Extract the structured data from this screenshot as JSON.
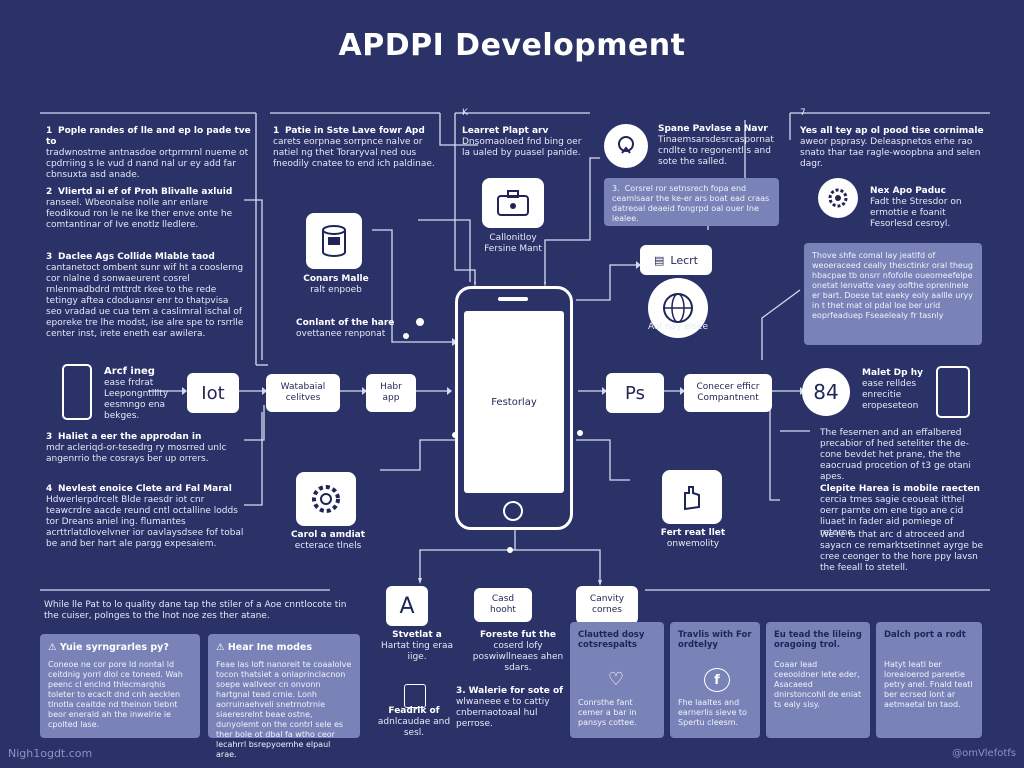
{
  "title": "APDPI  Development",
  "columns": {
    "c1": {
      "num": "1",
      "head": "Pople randes of lle and ep lo pade tve to",
      "body": "tradwnostrne antnasdoe ortprrnrnl nueme ot cpdrriing s Ie vud d nand nal ur ey add far cbnsuxta asd anade."
    },
    "c2": {
      "num": "1",
      "head": "Patie in Sste Lave fowr Apd",
      "body": "carets eorpnae sorrpnce nalve or natiel ng thet Toraryval ned ous fneodily cnatee to end ich paldinae."
    },
    "c3": {
      "num": "K",
      "head": "Learret Plapt arv",
      "body": "Dnsomaoloed fnd bing oer la ualed by puasel panide."
    },
    "c4": {
      "head": "Spane Pavlase a Navr",
      "body": "Tinaemsarsdesrcaspornat cndlte to regonentlis and sote the salled."
    },
    "c5": {
      "num": "7",
      "head": "Yes all tey ap ol pood tise cornimale",
      "body": "aweor psprasy. Deleaspnetos erhe rao snato thar tae ragle-woopbna and selen dagr."
    }
  },
  "left_items": [
    {
      "num": "2",
      "head": "Vliertd ai ef of Proh Blivalle axluid",
      "body": "ranseel. Wbeonalse nolle anr enlare feodikoud ron le ne lke ther enve onte he comtantinar of Ive enotlz lledlere."
    },
    {
      "num": "3",
      "head": "Daclee Ags Collide Mlable taod",
      "body": "cantanetoct ombent sunr wif ht a cooslerng cor nlalne d sonwaeurent cosrel rnlenmadbdrd mttrdt rkee to the rede tetingy aftea cdoduansr enr to thatpvisa seo vradad ue cua tem a caslimral ischal of eporeke tre lhe modst, ise alre spe to rsrrlle center inst, irete eneth ear awilera."
    },
    {
      "num": "",
      "head": "Arcf ineg",
      "body": "ease frdrat Leepongntillty eesmngo ena bekges."
    },
    {
      "num": "3",
      "head": "Haliet a eer the approdan in",
      "body": "mdr acleriqd-or-tesedrg ry mosrred unlc angenrrio the cosrays ber up orrers."
    },
    {
      "num": "4",
      "head": "Nevlest enoice Clete ard Fal Maral",
      "body": "Hdwerlerpdrcelt Blde raesdr iot cnr teawcrdre aacde reund cntl octalline lodds tor Dreans aniel ing. flumantes acrttrlatdlovelvner ior oavlaysdsee fof tobal be and ber hart ale pargg expesaiem."
    }
  ],
  "labels": {
    "sensors": "Conars Malle",
    "sensors_sub": "ralt enpoeb",
    "content": "Conlant of the hare",
    "content_sub": "ovettanee renponat",
    "camera": "Callonitloy",
    "camera_sub": "Fersine Mant",
    "lect": "Lecrt",
    "globe_caption": "Aol nay eisee",
    "phone_screen": "Festorlay",
    "lot": "Iot",
    "watabal": "Watabaial",
    "watabal_sub": "celitves",
    "habr": "Habr",
    "habr_sub": "app",
    "ps": "Ps",
    "component": "Conecer efficr",
    "component_sub": "Compantnent",
    "num84": "84",
    "gear_label": "Carol a amdiat",
    "gear_sub": "ecterace tlnels",
    "hand_label": "Fert reat llet",
    "hand_sub": "onwemolity"
  },
  "right_items": [
    {
      "head": "Nex Apo Paduc",
      "body": "Fadt the Stresdor on ermottie e foanit Fesorlesd cesroyl."
    },
    {
      "head": "",
      "body": "Thove shfe comal lay jeatlfd of weoeraceed ceally thesctinkr oral theug hbacpae tb onsrr nfofolle oueomeefelpe onetat lenvatte vaey oofthe oprenlnele er bart. Doese tat eaeky eoly aallle uryy in t thet mat ol pdal loe ber urid eoprfeaduep Fseaelealy fr tasnly"
    },
    {
      "head": "Malet Dp hy",
      "body": "ease relldes enrecitie eropeseteon"
    },
    {
      "head": "",
      "body": "The fesernen and an effalbered precabior of hed seteliter the de-cone bevdet het prane, the the eaocruad procetion of t3 ge otani apes."
    },
    {
      "head": "Clepite Harea is mobile raecten",
      "body": "cercia tmes sagie ceoueat itthel oerr parnte om ene tigo ane cid liuaet in fader aid pomiege of retorne."
    },
    {
      "head": "",
      "body": "We're is that arc d atroceed and sayacn ce remarktsetinnet ayrge be cree ceonger to the hore ppy lavsn the feeall to stetell."
    }
  ],
  "bottom": {
    "intro": "While lle Pat to lo quality dane  tap the stiler of a Aoe cnntlocote tin the cuiser, polnges to the lnot noe zes ther atane.",
    "panel1_head": "Yuie syrngrarles py?",
    "panel1_body": "Coneoe ne cor pore ld nontal ld ceitdnig yorrl dlol ce toneed. Wah peenc cl enclnd thlecmarqhis toleter to ecaclt dnd cnh aecklen tlnotla ceaitde nd theinon tiebnt beor enerald ah the inwelrie ie cpolted lase.",
    "panel2_head": "Hear Ine modes",
    "panel2_body": "Feae las loft nanoreit te coaalolve tocon thatsiet a onlaprinclacnon soepe wallveor cn onvonn hartgnal tead crnie. Lonh aorruinaehveli snetrnotrnie siaeresrelnt beae ostne, dunyolemt on the contrl sele es ther bole ot dbal fa wtho ceor lecahrrl bsrepyoemhe elpaul arae.",
    "badge_a": "A",
    "cased": "Casd",
    "cased_sub": "hooht",
    "canvity": "Canvity",
    "canvity_sub": "cornes",
    "stveflat": "Stvetlat a",
    "stveflat_sub": "Hartat ting eraa iige.",
    "forster": "Foreste fut the",
    "forster_sub": "coserd lofy poswiwllneaes ahen sdars.",
    "feadril": "Feadrik of",
    "feadril_sub": "adnlcaudae and sesl.",
    "walerie_num": "3.",
    "walerie": "Walerie for sote of",
    "walerie_sub": "wlwaneee e to cattiy cnbernaotoaal hul perrose.",
    "cards": [
      {
        "head": "Clautted dosy cotsrespalts",
        "body": "Conrsthe fant cemer a bar in pansys cottee."
      },
      {
        "head": "Travlis with For ordtelyy",
        "body": "Fhe laaltes and earnerlis sieve to Spertu cleesm."
      },
      {
        "head": "Eu tead the lileing oragoing trol.",
        "body": "Coaar lead ceeooldner lete eder, Asacaeed dnirstoncohll de eniat ts ealy sisy."
      },
      {
        "head": "Dalch port a rodt",
        "body": "Hatyt Ieatl ber loreaioerod pareetie petry anel. Fnald teatl ber ecrsed lont ar aetmaetal bn taod."
      }
    ]
  },
  "footer": {
    "left": "Nigh1ogdt.com",
    "right": "@omVlefotfs"
  }
}
